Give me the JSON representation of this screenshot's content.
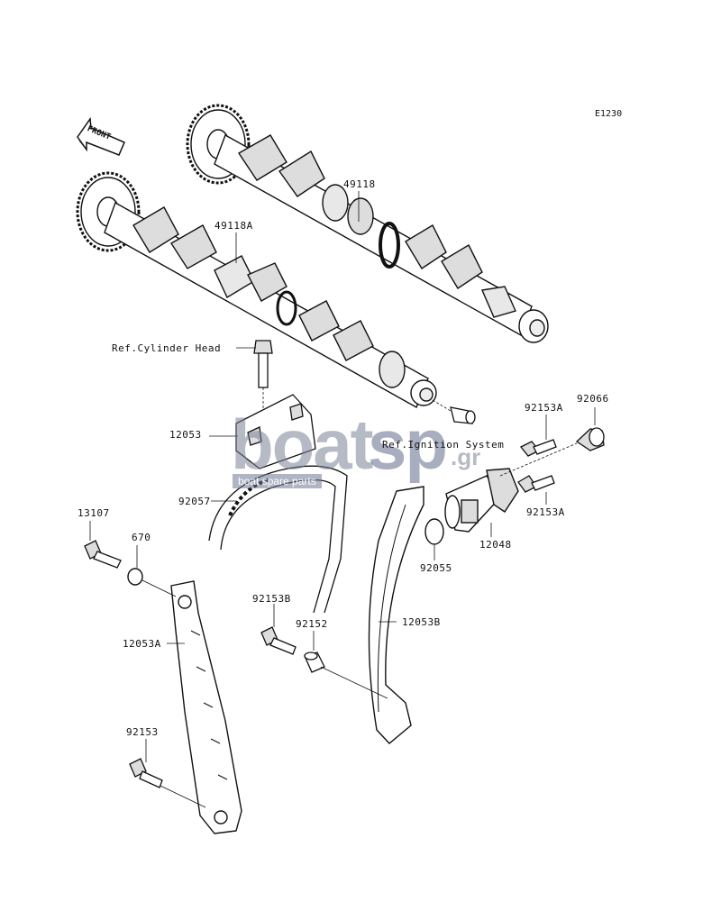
{
  "diagram_code": "E1230",
  "front_arrow_label": "FRONT",
  "watermark": {
    "brand_left": "boat",
    "brand_right": "sp",
    "suffix": ".gr",
    "subtitle": "boat spare parts",
    "color": "#7a8296"
  },
  "labels": {
    "l49118": "49118",
    "l49118A": "49118A",
    "ref_cyl_head": "Ref.Cylinder Head",
    "l12053": "12053",
    "ref_ignition": "Ref.Ignition System",
    "l92153A_top": "92153A",
    "l92066": "92066",
    "l12048": "12048",
    "l92153A_bot": "92153A",
    "l92057": "92057",
    "l92055": "92055",
    "l13107": "13107",
    "l670": "670",
    "l12053A": "12053A",
    "l92153B": "92153B",
    "l92152": "92152",
    "l12053B": "12053B",
    "l92153": "92153"
  }
}
